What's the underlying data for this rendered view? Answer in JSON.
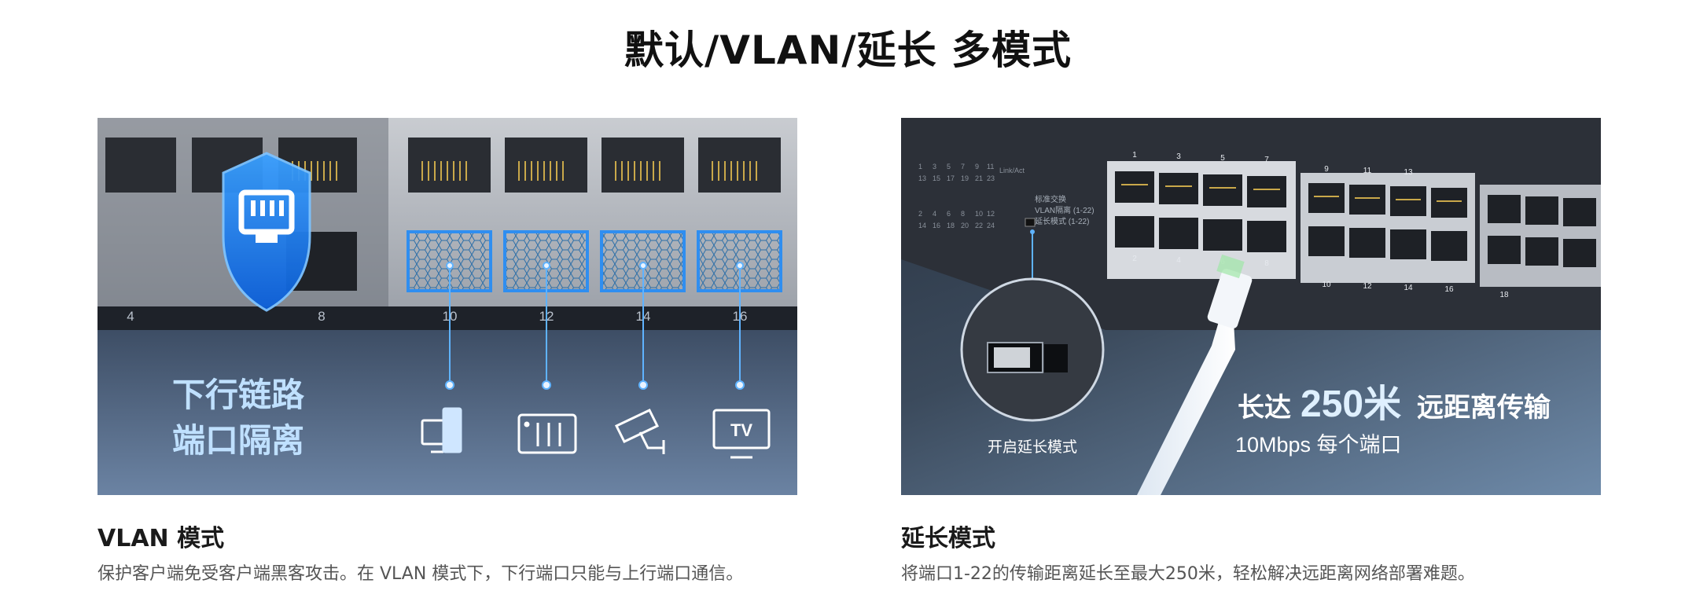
{
  "page": {
    "title": "默认/VLAN/延长 多模式"
  },
  "vlan_panel": {
    "port_numbers": [
      "4",
      "8",
      "10",
      "12",
      "14",
      "16"
    ],
    "shield_label_line1": "下行链路",
    "shield_label_line2": "端口隔离",
    "tv_label": "TV",
    "caption_title": "VLAN 模式",
    "caption_desc": "保护客户端免受客户端黑客攻击。在 VLAN 模式下，下行端口只能与上行端口通信。"
  },
  "extend_panel": {
    "port_top": [
      "1",
      "3",
      "5",
      "7",
      "9",
      "11",
      "13"
    ],
    "port_bottom": [
      "2",
      "4",
      "6",
      "8",
      "10",
      "12",
      "14",
      "16",
      "18"
    ],
    "link_act": "Link/Act",
    "switch_opt1": "标准交换",
    "switch_opt2": "VLAN隔离 (1-22)",
    "switch_opt3": "延长模式 (1-22)",
    "led_numbers": [
      "1",
      "3",
      "5",
      "7",
      "9",
      "11",
      "13",
      "15",
      "17",
      "19",
      "21",
      "23",
      "2",
      "4",
      "6",
      "8",
      "10",
      "12",
      "14",
      "16",
      "18",
      "20",
      "22",
      "24"
    ],
    "zoom_label": "开启延长模式",
    "headline_prefix": "长达",
    "headline_number": "250米",
    "headline_suffix": "远距离传输",
    "subline": "10Mbps 每个端口",
    "caption_title": "延长模式",
    "caption_desc": "将端口1-22的传输距离延长至最大250米，轻松解决远距离网络部署难题。"
  },
  "colors": {
    "accent_blue": "#2f8ef0",
    "highlight_blue": "#5fb3ff"
  }
}
